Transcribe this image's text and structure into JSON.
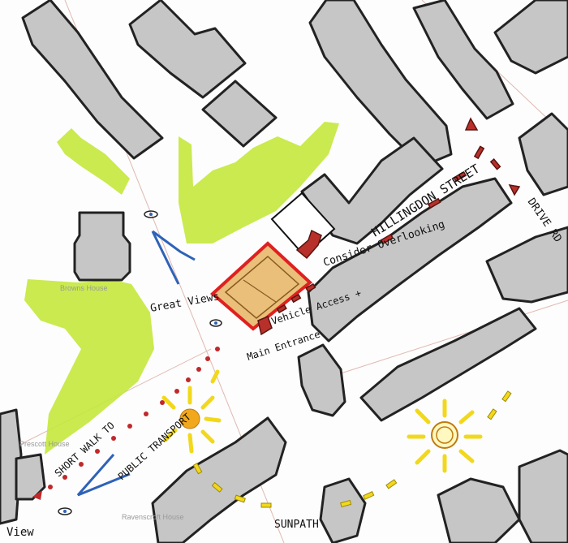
{
  "annotations": {
    "street_name": "HILLINGDON STREET",
    "road_abbrev": "DRIVE RD",
    "consider_overlooking": "Consider Overlooking",
    "great_views": "Great Views",
    "vehicle_access": "Vehicle Access +",
    "main_entrance": "Main Entrance",
    "short_walk": "SHORT WALK TO",
    "public_transport": "PUBLIC TRANSPORT",
    "sunpath": "SUNPATH",
    "view": "View"
  },
  "map_labels": {
    "browns_house": "Browns House",
    "prescott_house": "Prescott House",
    "bottom_house": "Ravenscroft House"
  },
  "colors": {
    "building": "#c6c6c6",
    "green_space": "#c4e83c",
    "site_fill": "#e9bf7a",
    "site_outline": "#e02020",
    "access_arrows": "#b8302a",
    "sun": "#f2d81c",
    "view_lines": "#2e62b8"
  },
  "icons": [
    "eye-icon",
    "sun-icon",
    "arrow-icon"
  ]
}
